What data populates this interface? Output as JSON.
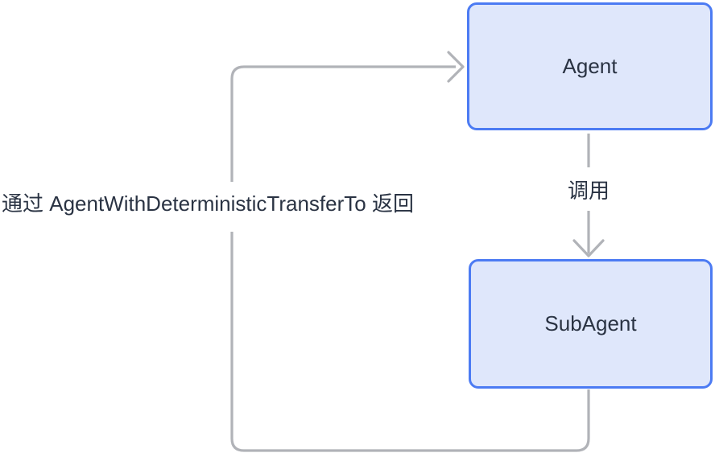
{
  "diagram": {
    "type": "flowchart",
    "nodes": [
      {
        "id": "agent",
        "label": "Agent"
      },
      {
        "id": "subagent",
        "label": "SubAgent"
      }
    ],
    "edges": [
      {
        "from": "agent",
        "to": "subagent",
        "label": "调用",
        "direction": "down"
      },
      {
        "from": "subagent",
        "to": "agent",
        "label": "通过 AgentWithDeterministicTransferTo 返回",
        "direction": "loop-left"
      }
    ],
    "colors": {
      "node-fill": "#dfe7fb",
      "node-border": "#4c7bf3",
      "edge": "#b1b3b8",
      "text": "#2a3343"
    }
  }
}
